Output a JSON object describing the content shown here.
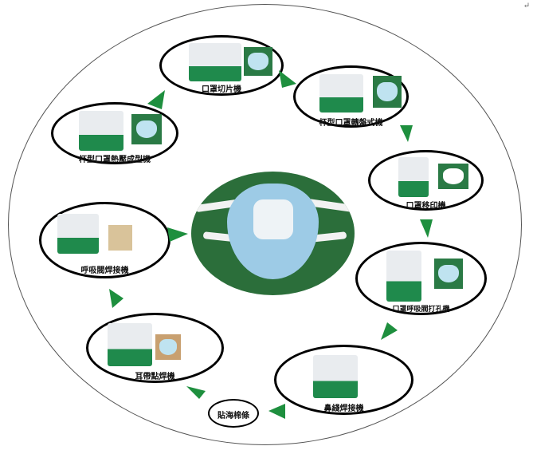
{
  "colors": {
    "arrow": "#1e8f3e",
    "photo_floor": "#1f8a4c",
    "mask_blue": "#9dcbe6"
  },
  "center_image": "respirator-mask-with-valve",
  "steps": [
    {
      "label": "口罩切片機"
    },
    {
      "label": "杯型口罩熱壓成型機"
    },
    {
      "label": "杯型口罩轉盤式機"
    },
    {
      "label": "口罩移印機"
    },
    {
      "label": "口罩呼吸閥打孔機"
    },
    {
      "label": "鼻綫焊接機"
    },
    {
      "label": "貼海棉條"
    },
    {
      "label": "耳帶點焊機"
    },
    {
      "label": "呼吸閥焊接機"
    }
  ],
  "corner_mark": "↵"
}
